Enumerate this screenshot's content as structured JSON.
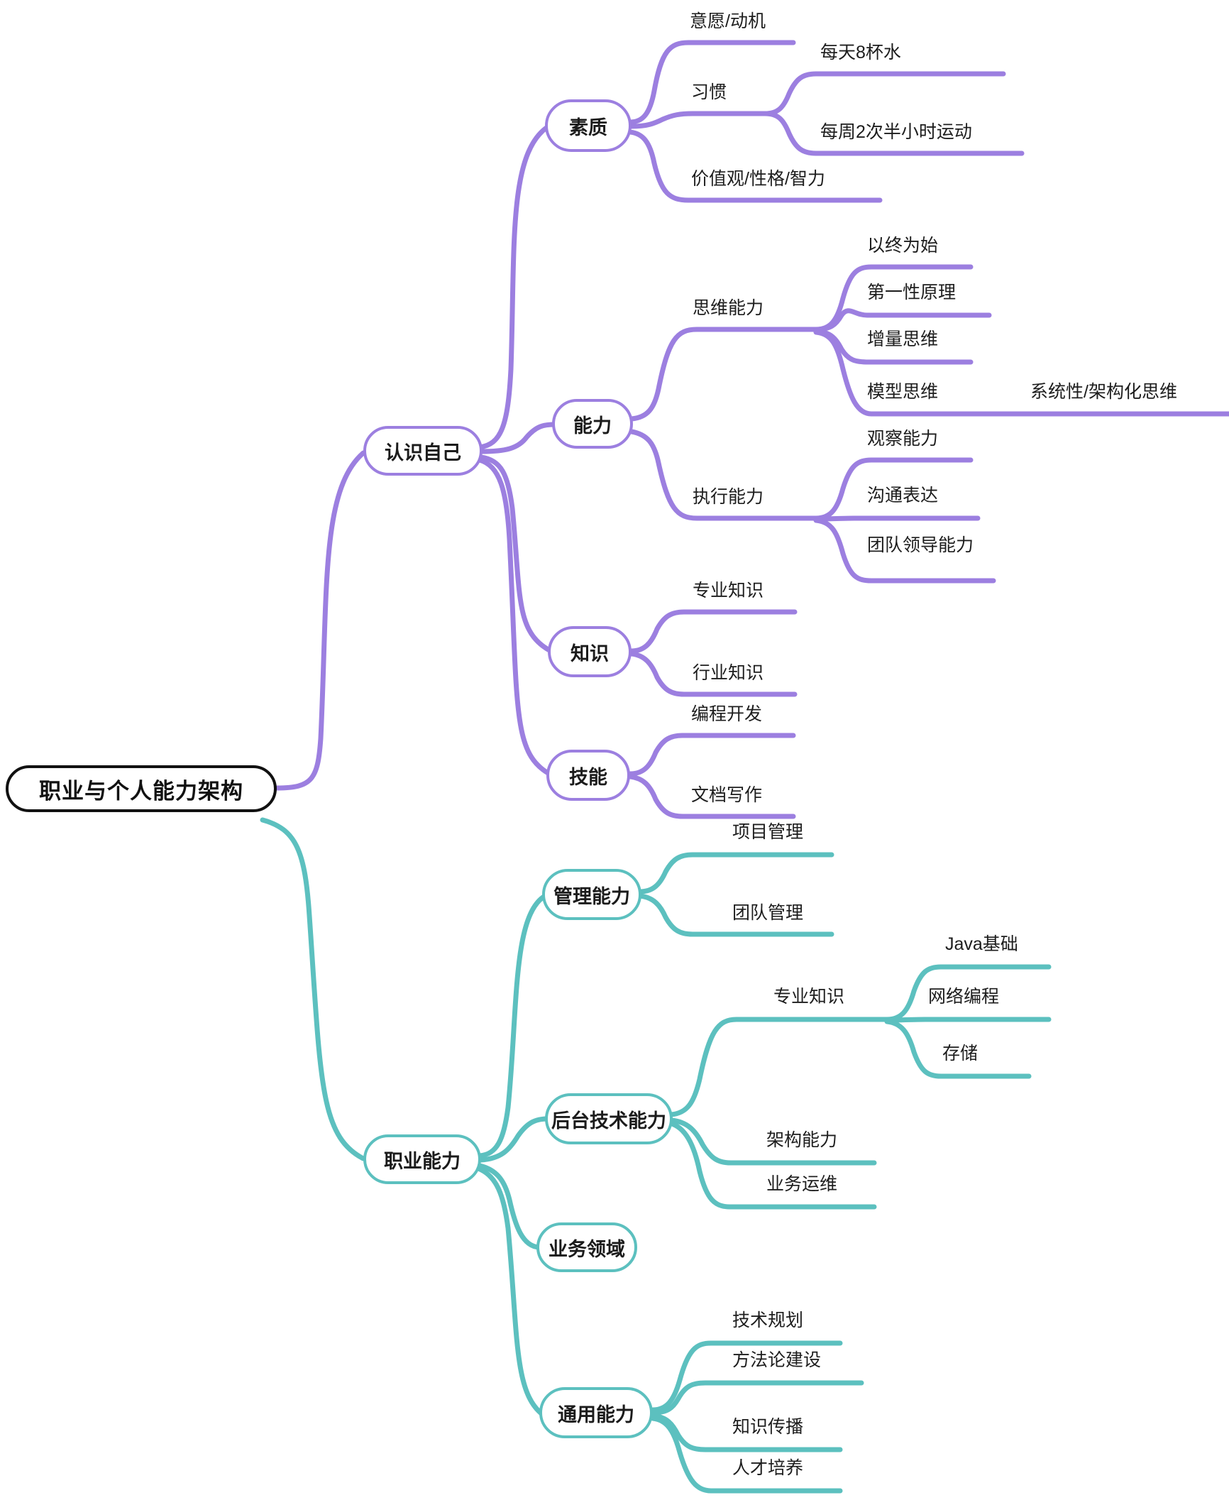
{
  "diagram": {
    "title": "职业与个人能力架构",
    "type": "mindmap",
    "background": "#ffffff",
    "colors": {
      "root_stroke": "#111111",
      "branch_personal": "#9C7FE0",
      "branch_career": "#5CC0BF",
      "text": "#1d1d1d"
    }
  },
  "nodes": {
    "root": "职业与个人能力架构",
    "b1": "认识自己",
    "b1_1": "素质",
    "b1_1_1": "意愿/动机",
    "b1_1_2": "习惯",
    "b1_1_2_1": "每天8杯水",
    "b1_1_2_2": "每周2次半小时运动",
    "b1_1_3": "价值观/性格/智力",
    "b1_2": "能力",
    "b1_2_1": "思维能力",
    "b1_2_1_1": "以终为始",
    "b1_2_1_2": "第一性原理",
    "b1_2_1_3": "增量思维",
    "b1_2_1_4": "模型思维",
    "b1_2_1_4_1": "系统性/架构化思维",
    "b1_2_2": "执行能力",
    "b1_2_2_1": "观察能力",
    "b1_2_2_2": "沟通表达",
    "b1_2_2_3": "团队领导能力",
    "b1_3": "知识",
    "b1_3_1": "专业知识",
    "b1_3_2": "行业知识",
    "b1_4": "技能",
    "b1_4_1": "编程开发",
    "b1_4_2": "文档写作",
    "b2": "职业能力",
    "b2_1": "管理能力",
    "b2_1_1": "项目管理",
    "b2_1_2": "团队管理",
    "b2_2": "后台技术能力",
    "b2_2_1": "专业知识",
    "b2_2_1_1": "Java基础",
    "b2_2_1_2": "网络编程",
    "b2_2_1_3": "存储",
    "b2_2_2": "架构能力",
    "b2_2_3": "业务运维",
    "b2_3": "业务领域",
    "b2_4": "通用能力",
    "b2_4_1": "技术规划",
    "b2_4_2": "方法论建设",
    "b2_4_3": "知识传播",
    "b2_4_4": "人才培养"
  },
  "outline": [
    {
      "label": "职业与个人能力架构",
      "children": [
        {
          "label": "认识自己",
          "color": "#9C7FE0",
          "children": [
            {
              "label": "素质",
              "children": [
                {
                  "label": "意愿/动机"
                },
                {
                  "label": "习惯",
                  "children": [
                    {
                      "label": "每天8杯水"
                    },
                    {
                      "label": "每周2次半小时运动"
                    }
                  ]
                },
                {
                  "label": "价值观/性格/智力"
                }
              ]
            },
            {
              "label": "能力",
              "children": [
                {
                  "label": "思维能力",
                  "children": [
                    {
                      "label": "以终为始"
                    },
                    {
                      "label": "第一性原理"
                    },
                    {
                      "label": "增量思维"
                    },
                    {
                      "label": "模型思维",
                      "children": [
                        {
                          "label": "系统性/架构化思维"
                        }
                      ]
                    }
                  ]
                },
                {
                  "label": "执行能力",
                  "children": [
                    {
                      "label": "观察能力"
                    },
                    {
                      "label": "沟通表达"
                    },
                    {
                      "label": "团队领导能力"
                    }
                  ]
                }
              ]
            },
            {
              "label": "知识",
              "children": [
                {
                  "label": "专业知识"
                },
                {
                  "label": "行业知识"
                }
              ]
            },
            {
              "label": "技能",
              "children": [
                {
                  "label": "编程开发"
                },
                {
                  "label": "文档写作"
                }
              ]
            }
          ]
        },
        {
          "label": "职业能力",
          "color": "#5CC0BF",
          "children": [
            {
              "label": "管理能力",
              "children": [
                {
                  "label": "项目管理"
                },
                {
                  "label": "团队管理"
                }
              ]
            },
            {
              "label": "后台技术能力",
              "children": [
                {
                  "label": "专业知识",
                  "children": [
                    {
                      "label": "Java基础"
                    },
                    {
                      "label": "网络编程"
                    },
                    {
                      "label": "存储"
                    }
                  ]
                },
                {
                  "label": "架构能力"
                },
                {
                  "label": "业务运维"
                }
              ]
            },
            {
              "label": "业务领域",
              "children": []
            },
            {
              "label": "通用能力",
              "children": [
                {
                  "label": "技术规划"
                },
                {
                  "label": "方法论建设"
                },
                {
                  "label": "知识传播"
                },
                {
                  "label": "人才培养"
                }
              ]
            }
          ]
        }
      ]
    }
  ]
}
